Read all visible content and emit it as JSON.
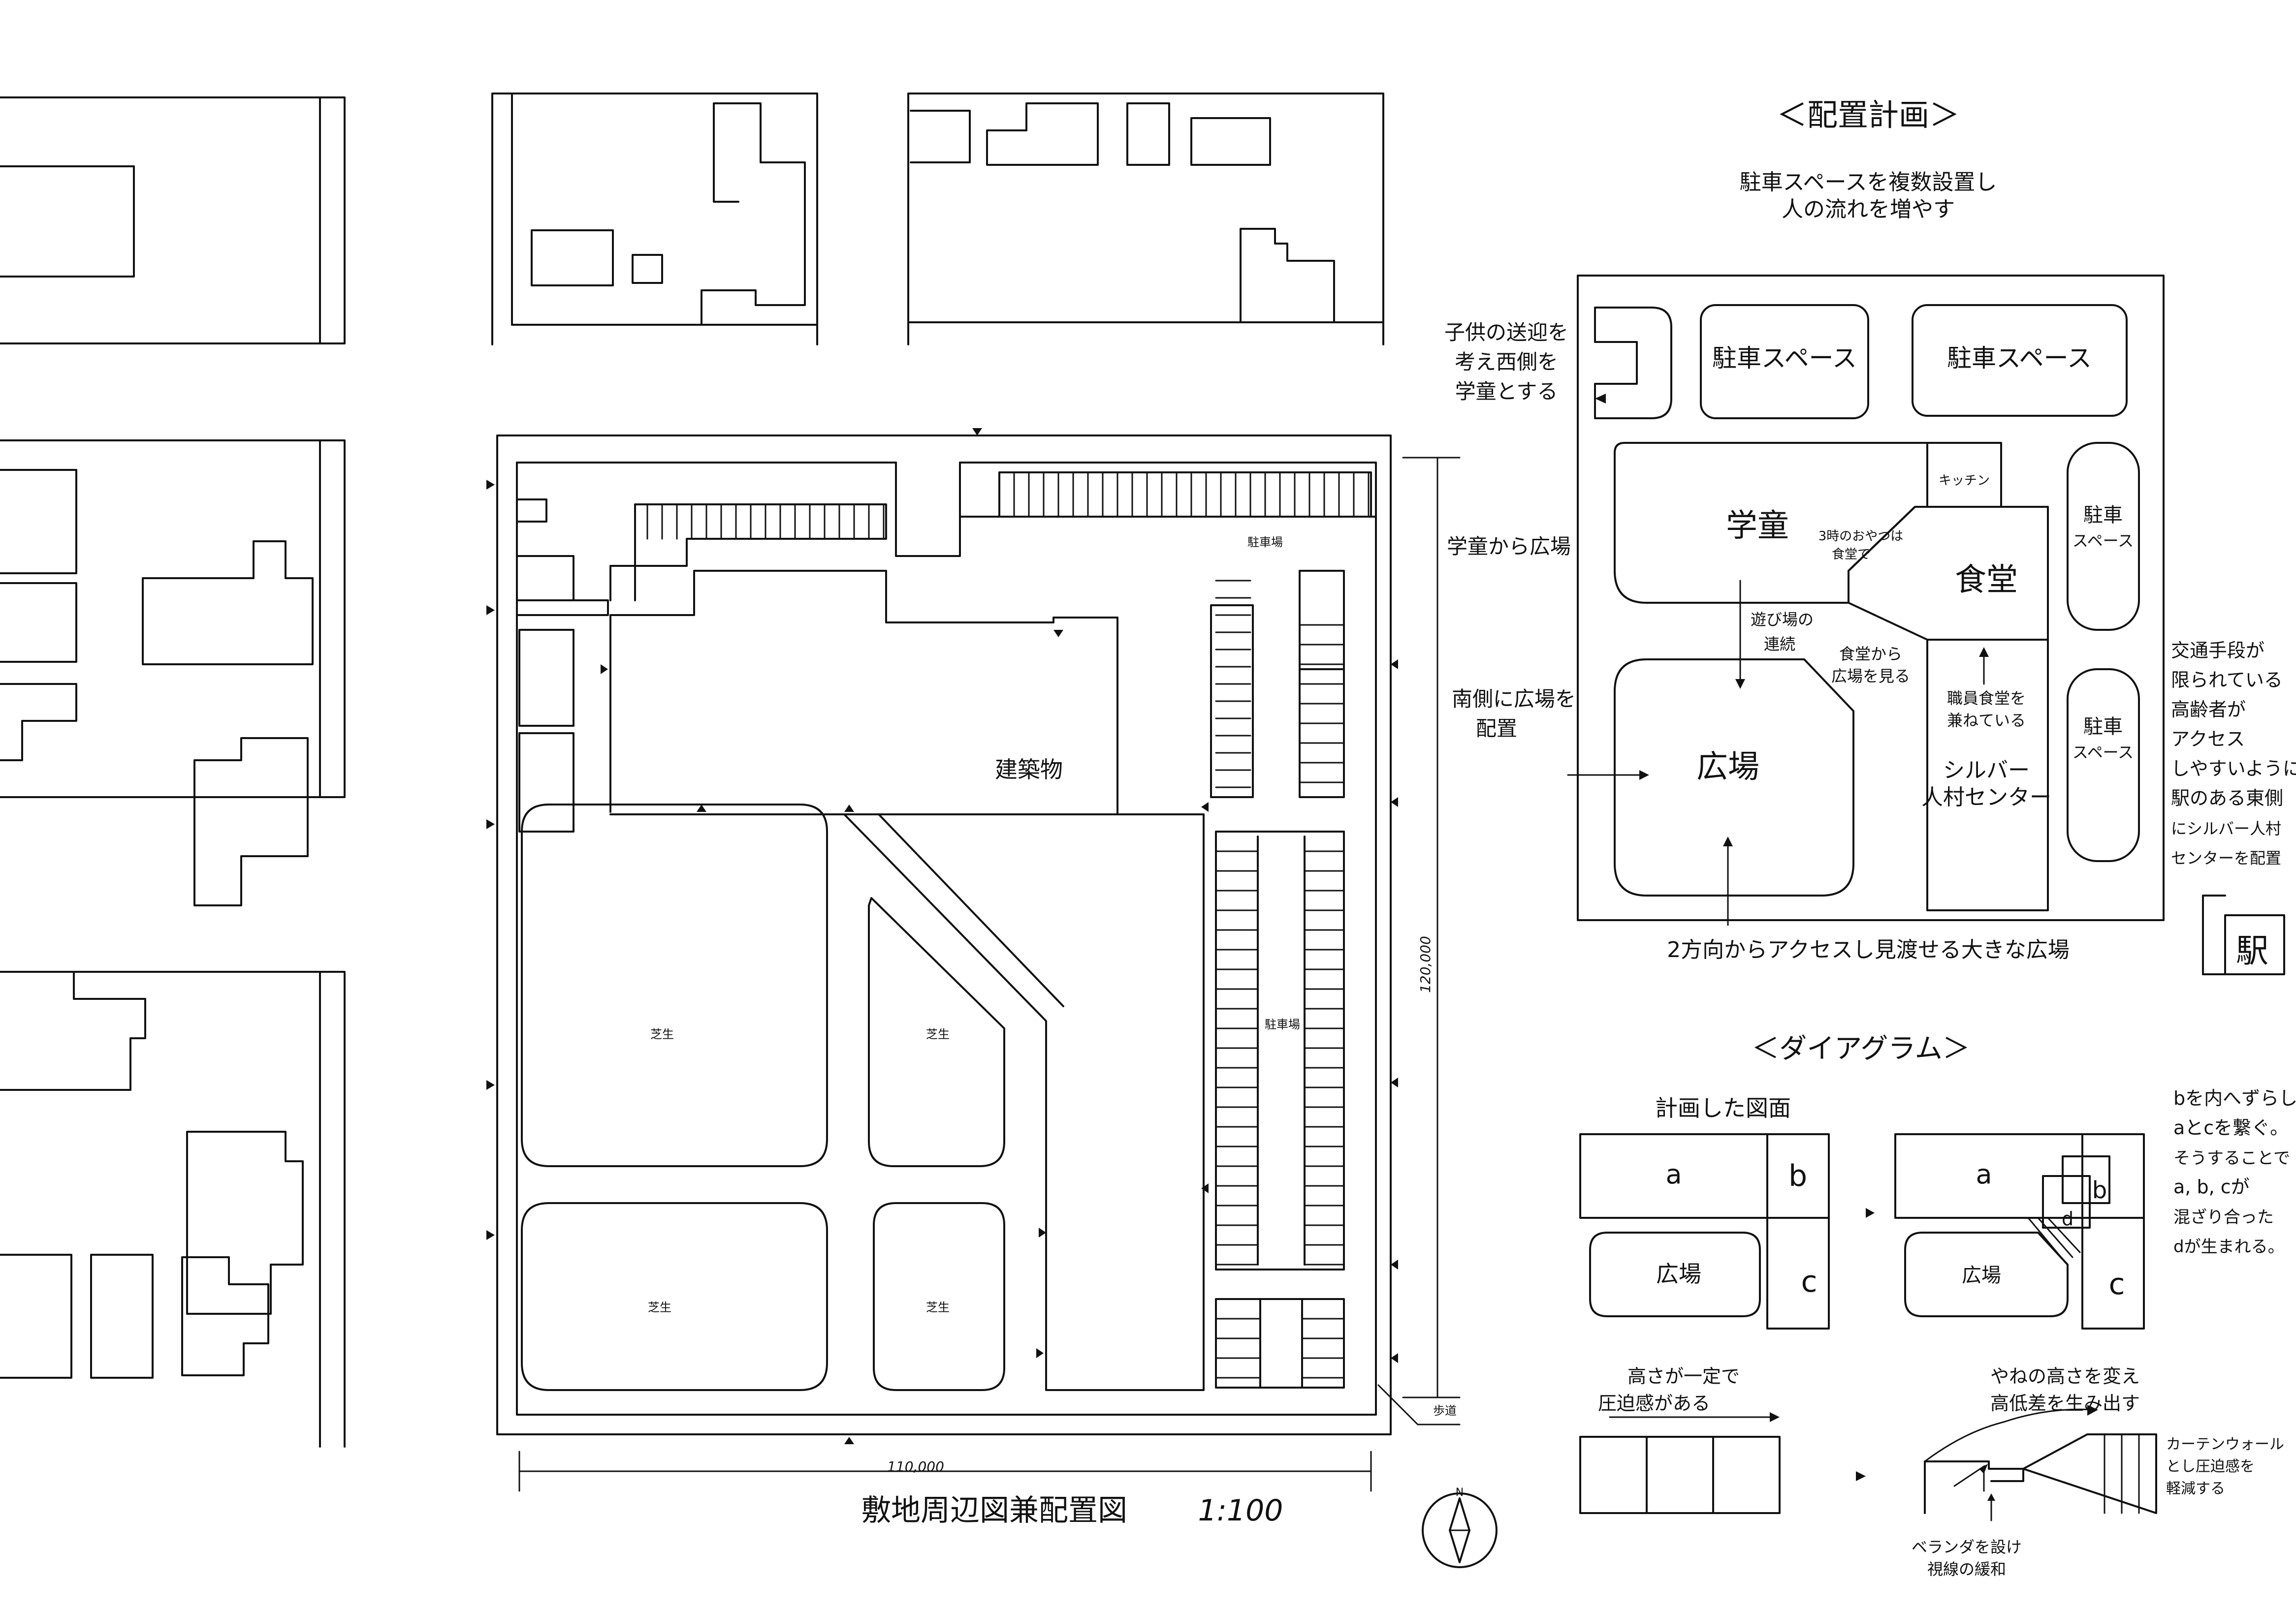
{
  "colors": {
    "ink": "#111111",
    "paper": "#ffffff"
  },
  "site_plan": {
    "building_label": "建築物",
    "parking_label_top": "駐車場",
    "parking_label_right": "駐車場",
    "lawn_labels": [
      "芝生",
      "芝生",
      "芝生",
      "芝生"
    ],
    "dimension_width": "110,000",
    "dimension_height": "120,000",
    "sidewalk_label": "歩道",
    "title": "敷地周辺図兼配置図",
    "scale": "1:100",
    "north_label": "N",
    "north_icon": "north-arrow-icon"
  },
  "layout_plan": {
    "heading": "＜配置計画＞",
    "intro_lines": [
      "駐車スペースを複数設置し",
      "人の流れを増やす"
    ],
    "zones": {
      "parking_a": "駐車スペース",
      "parking_b": "駐車スペース",
      "parking_c": [
        "駐車",
        "スペース"
      ],
      "parking_d": [
        "駐車",
        "スペース"
      ],
      "kids_club": "学童",
      "kitchen": "キッチン",
      "cafeteria": "食堂",
      "plaza": "広場",
      "silver_center": [
        "シルバー",
        "人村センター"
      ]
    },
    "inner_notes": {
      "snack": [
        "3時のおやつは",
        "食堂で"
      ],
      "play": [
        "遊び場の",
        "連続"
      ],
      "view": [
        "食堂から",
        "広場を見る"
      ],
      "staff": [
        "職員食堂を",
        "兼ねている"
      ]
    },
    "left_notes": {
      "pickup": [
        "子供の送迎を",
        "考え西側を",
        "学童とする"
      ],
      "kids_to_plaza": "学童から広場",
      "south_plaza": [
        "南側に広場を",
        "配置"
      ]
    },
    "bottom_note": "2方向からアクセスし見渡せる大きな広場",
    "right_note": [
      "交通手段が",
      "限られている",
      "高齢者が",
      "アクセス",
      "しやすいように",
      "駅のある東側",
      "にシルバー人村",
      "センターを配置"
    ],
    "station_label": "駅"
  },
  "diagram": {
    "heading": "＜ダイアグラム＞",
    "subheading": "計画した図面",
    "cells": {
      "a": "a",
      "b": "b",
      "c": "c",
      "d": "d",
      "plaza": "広場"
    },
    "right_note": [
      "bを内へずらし",
      "aとcを繋ぐ。",
      "そうすることで",
      "a, b, cが",
      "混ざり合った",
      "dが生まれる。"
    ],
    "height_note_left": [
      "高さが一定で",
      "圧迫感がある"
    ],
    "height_note_right": [
      "やねの高さを変え",
      "高低差を生み出す"
    ],
    "curtain_note": [
      "カーテンウォール",
      "とし圧迫感を",
      "軽減する"
    ],
    "veranda_note": [
      "ベランダを設け",
      "視線の緩和"
    ]
  }
}
